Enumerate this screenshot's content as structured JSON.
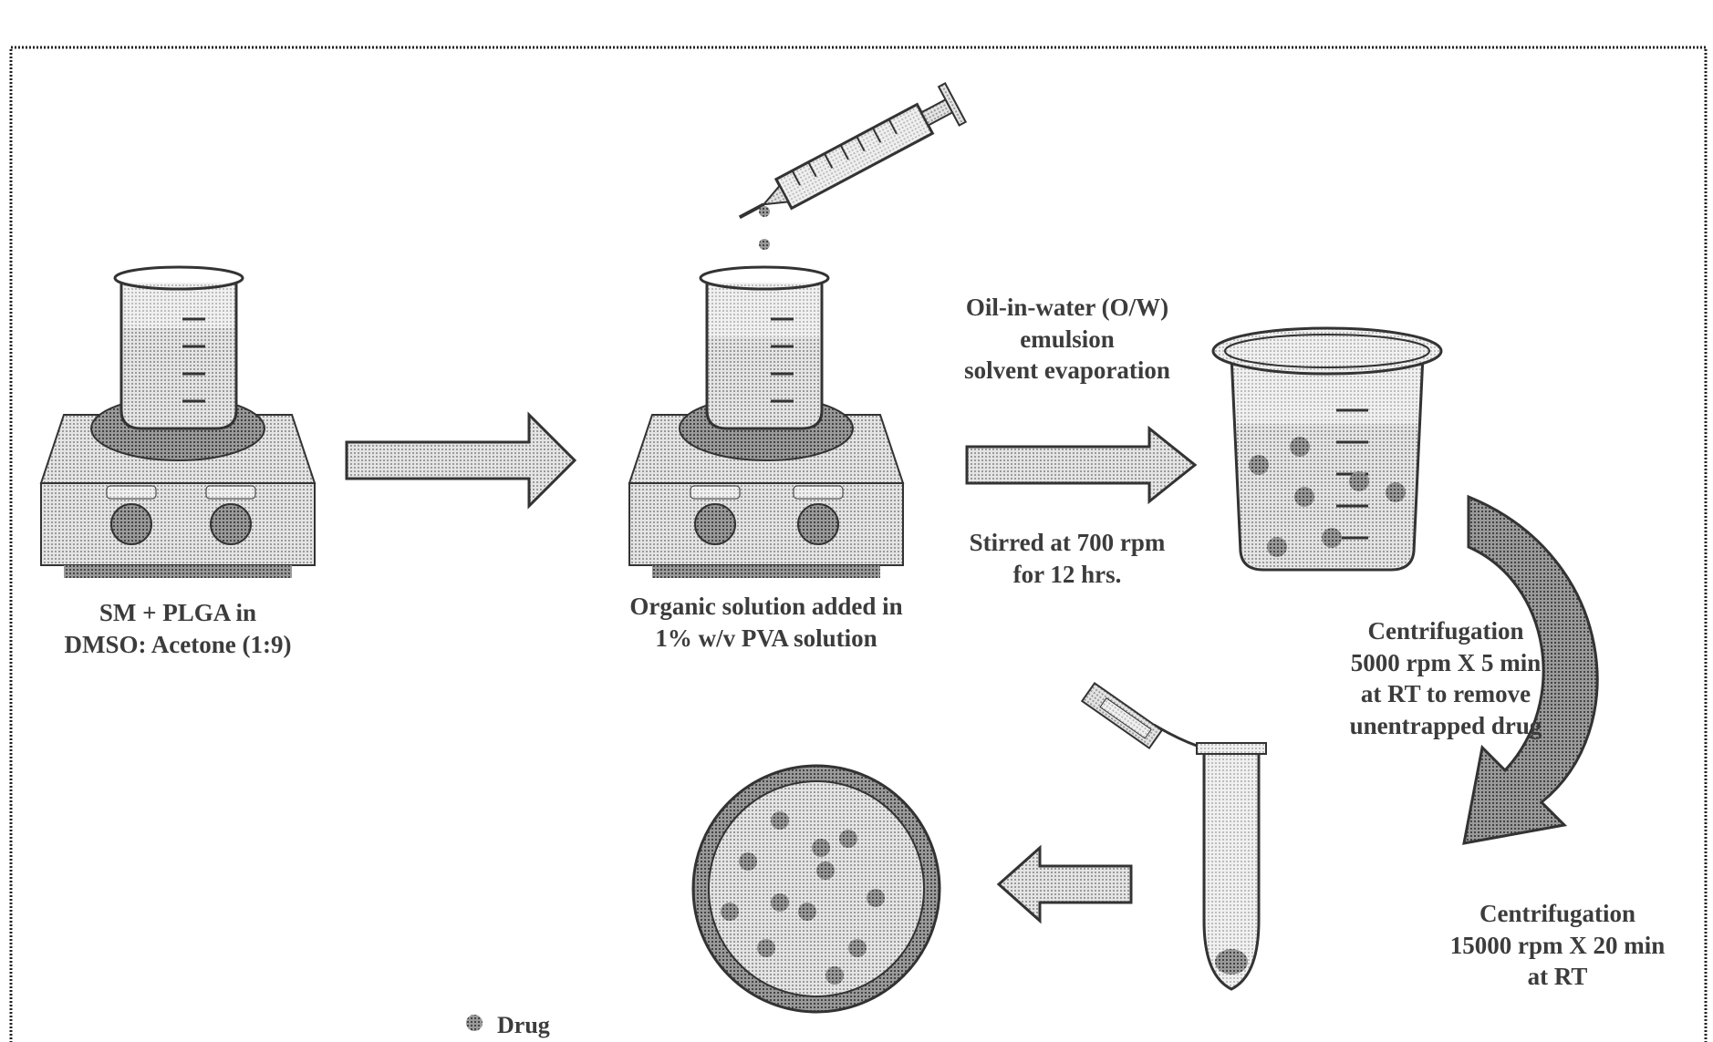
{
  "colors": {
    "frame": "#222222",
    "fill_light": "#d6d6d6",
    "fill_mid": "#b4b4b4",
    "fill_dark": "#8a8a8a",
    "drug_dot": "#6a6a6a",
    "text": "#3c3c3c"
  },
  "steps": {
    "step1": {
      "lines": [
        "SM + PLGA in",
        "DMSO: Acetone (1:9)"
      ]
    },
    "step2": {
      "lines": [
        "Organic solution added in",
        "1% w/v PVA solution"
      ]
    },
    "process_top": {
      "lines": [
        "Oil-in-water (O/W)",
        "emulsion",
        "solvent evaporation"
      ]
    },
    "process_bottom": {
      "lines": [
        "Stirred at 700 rpm",
        "for 12 hrs."
      ]
    },
    "centrifuge1": {
      "lines": [
        "Centrifugation",
        "5000 rpm X 5 min",
        "at RT to remove",
        "unentrapped drug"
      ]
    },
    "centrifuge2": {
      "lines": [
        "Centrifugation",
        "15000 rpm X 20 min",
        "at RT"
      ]
    }
  },
  "legend": {
    "drug_label": "Drug"
  },
  "icons": [
    "hot-plate-stirrer",
    "beaker",
    "syringe",
    "drop",
    "arrow",
    "curved-arrow",
    "microcentrifuge-tube",
    "petri-dish",
    "drug-particle"
  ]
}
